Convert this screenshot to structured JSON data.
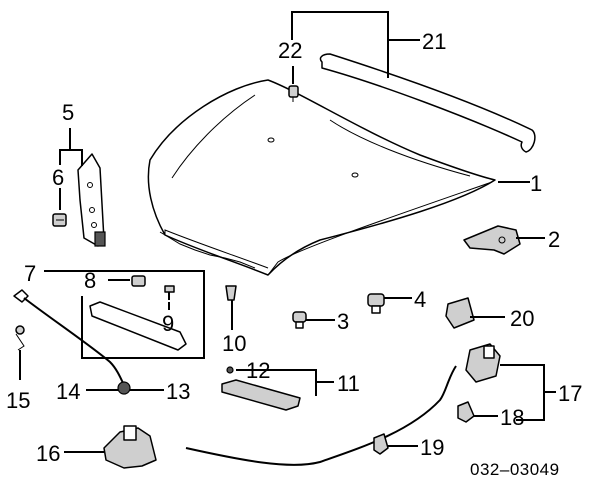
{
  "callouts": [
    "1",
    "2",
    "3",
    "4",
    "5",
    "6",
    "7",
    "8",
    "9",
    "10",
    "11",
    "12",
    "13",
    "14",
    "15",
    "16",
    "17",
    "18",
    "19",
    "20",
    "21",
    "22"
  ],
  "diagram_code": "032–03049"
}
